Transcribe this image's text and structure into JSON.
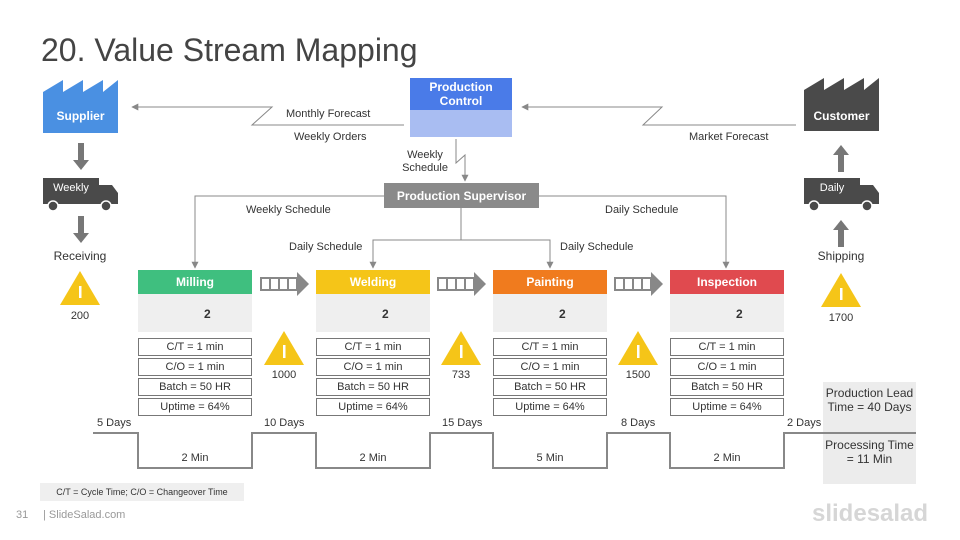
{
  "slide": {
    "title": "20. Value Stream Mapping",
    "page_number": "31",
    "footer_text": "| SlideSalad.com",
    "brand": "slidesalad"
  },
  "entities": {
    "supplier": "Supplier",
    "customer": "Customer",
    "production_control": "Production Control",
    "production_supervisor": "Production Supervisor"
  },
  "flows": {
    "monthly_forecast": "Monthly Forecast",
    "weekly_orders": "Weekly Orders",
    "market_forecast": "Market Forecast",
    "weekly_schedule_top": "Weekly Schedule",
    "weekly_schedule_left": "Weekly Schedule",
    "daily_schedule_right": "Daily Schedule",
    "daily_schedule_mid_left": "Daily Schedule",
    "daily_schedule_mid_right": "Daily Schedule"
  },
  "trucks": {
    "left": "Weekly",
    "right": "Daily"
  },
  "receiving": {
    "label": "Receiving",
    "inventory": "200"
  },
  "shipping": {
    "label": "Shipping",
    "inventory": "1700"
  },
  "processes": [
    {
      "name": "Milling",
      "color": "#3fbf7f",
      "operators": "2",
      "ct": "C/T = 1 min",
      "co": "C/O = 1 min",
      "batch": "Batch = 50 HR",
      "uptime": "Uptime = 64%"
    },
    {
      "name": "Welding",
      "color": "#f5c518",
      "operators": "2",
      "ct": "C/T = 1 min",
      "co": "C/O = 1 min",
      "batch": "Batch = 50 HR",
      "uptime": "Uptime = 64%"
    },
    {
      "name": "Painting",
      "color": "#f07b1e",
      "operators": "2",
      "ct": "C/T = 1 min",
      "co": "C/O = 1 min",
      "batch": "Batch = 50 HR",
      "uptime": "Uptime = 64%"
    },
    {
      "name": "Inspection",
      "color": "#e04a4f",
      "operators": "2",
      "ct": "C/T = 1 min",
      "co": "C/O = 1 min",
      "batch": "Batch = 50 HR",
      "uptime": "Uptime = 64%"
    }
  ],
  "inventories": [
    "1000",
    "733",
    "1500"
  ],
  "timeline": {
    "waits": [
      "5 Days",
      "10 Days",
      "15 Days",
      "8 Days",
      "2 Days"
    ],
    "process_times": [
      "2 Min",
      "2 Min",
      "5 Min",
      "2 Min"
    ]
  },
  "summary": {
    "lead_time": "Production Lead Time = 40 Days",
    "processing_time": "Processing Time = 11 Min"
  },
  "legend": "C/T = Cycle Time;  C/O = Changeover Time",
  "colors": {
    "blue": "#4a90e2",
    "control_top": "#4a7be8",
    "control_bottom": "#a9bdf2",
    "dark": "#4a4a4a",
    "supervisor": "#8a8a8a",
    "triangle": "#f5c518",
    "line": "#777777"
  }
}
